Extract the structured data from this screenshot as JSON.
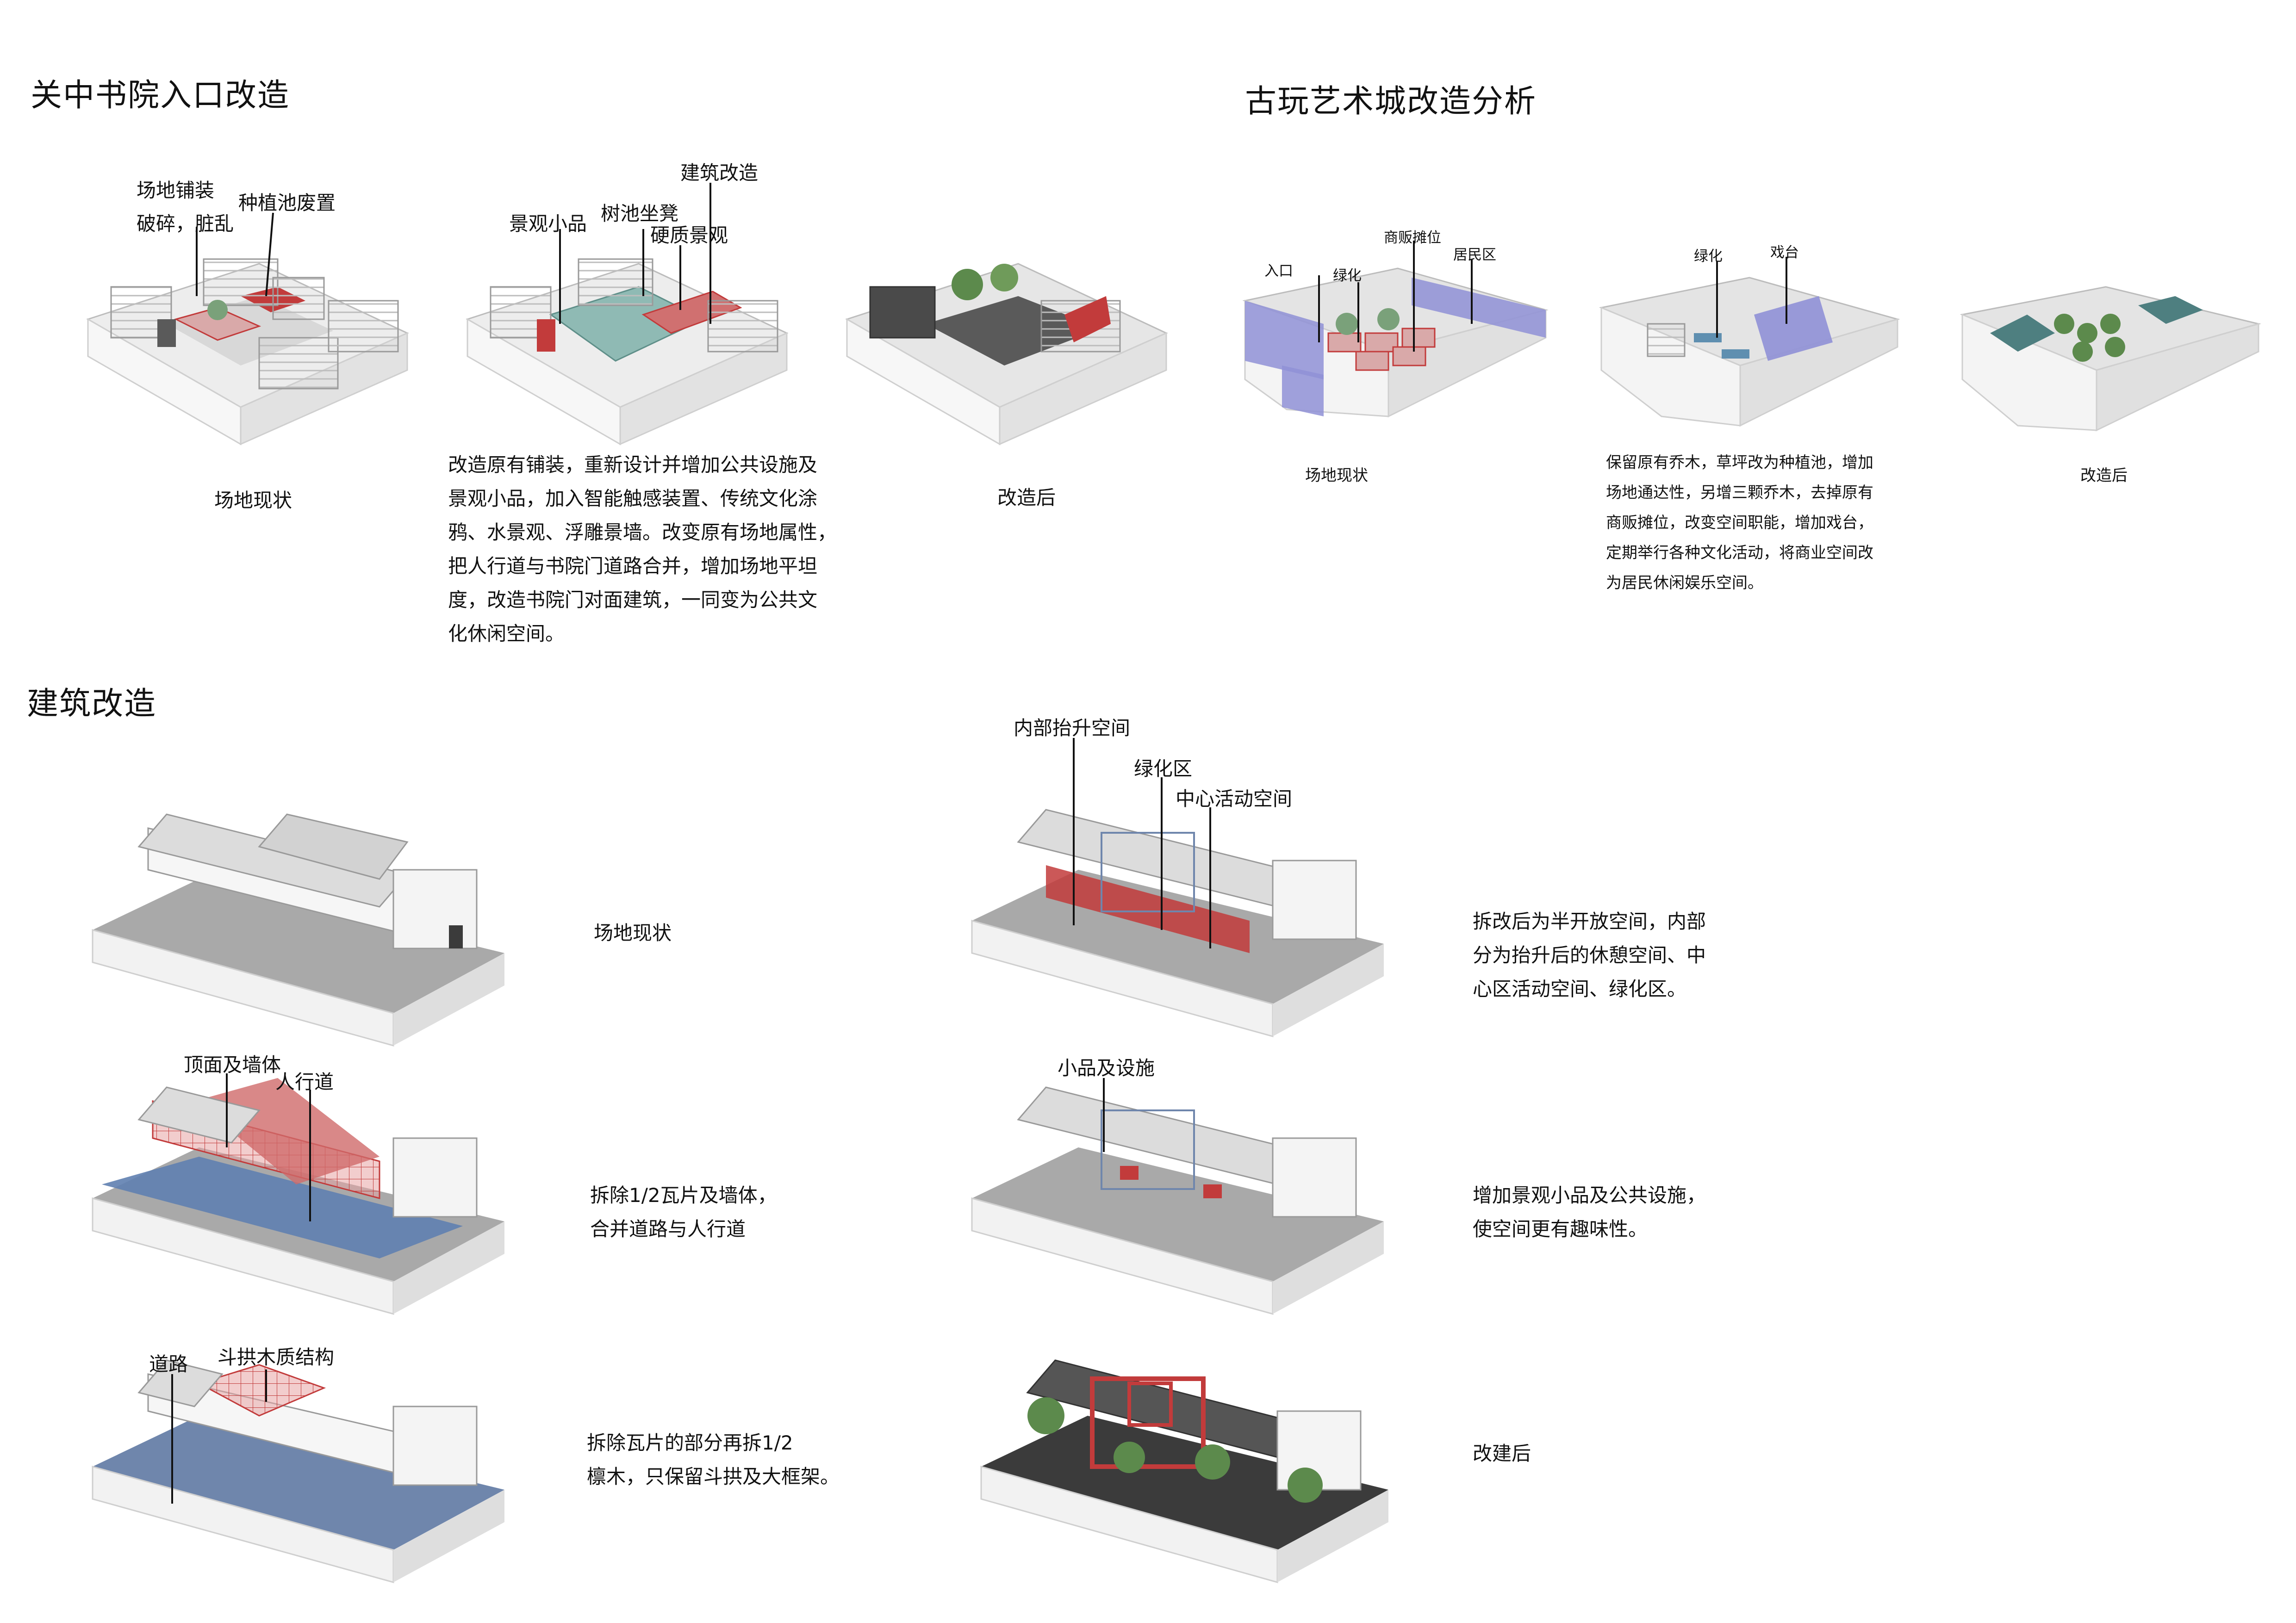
{
  "colors": {
    "red": "#c23b3b",
    "teal": "#6fa6a0",
    "blue": "#5f7fb0",
    "purple": "#8f90d6",
    "ground": "#a9a9a9",
    "dark": "#3b3b3b"
  },
  "sections": {
    "entrance": {
      "title": "关中书院入口改造",
      "labels": {
        "paving_1": "场地铺装",
        "paving_2": "破碎，脏乱",
        "planter": "种植池废置",
        "landscape_items": "景观小品",
        "tree_seat": "树池坐凳",
        "building_reno": "建筑改造",
        "hardscape": "硬质景观"
      },
      "captions": {
        "current": "场地现状",
        "after": "改造后"
      },
      "description": [
        "改造原有铺装，重新设计并增加公共设施及",
        "景观小品，加入智能触感装置、传统文化涂",
        "鸦、水景观、浮雕景墙。改变原有场地属性，",
        "把人行道与书院门道路合并，增加场地平坦",
        "度，改造书院门对面建筑，一同变为公共文",
        "化休闲空间。"
      ]
    },
    "antique": {
      "title": "古玩艺术城改造分析",
      "labels": {
        "entrance": "入口",
        "green_1": "绿化",
        "vendors": "商贩摊位",
        "residential": "居民区",
        "green_2": "绿化",
        "stage": "戏台"
      },
      "captions": {
        "current": "场地现状",
        "after": "改造后"
      },
      "description": [
        "保留原有乔木，草坪改为种植池，增加",
        "场地通达性，另增三颗乔木，去掉原有",
        "商贩摊位，改变空间职能，增加戏台，",
        "定期举行各种文化活动，将商业空间改",
        "为居民休闲娱乐空间。"
      ]
    },
    "building": {
      "title": "建筑改造",
      "labels": {
        "roof_wall": "顶面及墙体",
        "sidewalk": "人行道",
        "road": "道路",
        "dougong": "斗拱木质结构",
        "raised": "内部抬升空间",
        "green_zone": "绿化区",
        "center": "中心活动空间",
        "facilities": "小品及设施"
      },
      "steps": {
        "s1": [
          "场地现状"
        ],
        "s2": [
          "拆除1/2瓦片及墙体，",
          "合并道路与人行道"
        ],
        "s3": [
          "拆除瓦片的部分再拆1/2",
          "檩木，只保留斗拱及大框架。"
        ],
        "s4": [
          "拆改后为半开放空间，内部",
          "分为抬升后的休憩空间、中",
          "心区活动空间、绿化区。"
        ],
        "s5": [
          "增加景观小品及公共设施，",
          "使空间更有趣味性。"
        ],
        "s6": [
          "改建后"
        ]
      }
    }
  }
}
